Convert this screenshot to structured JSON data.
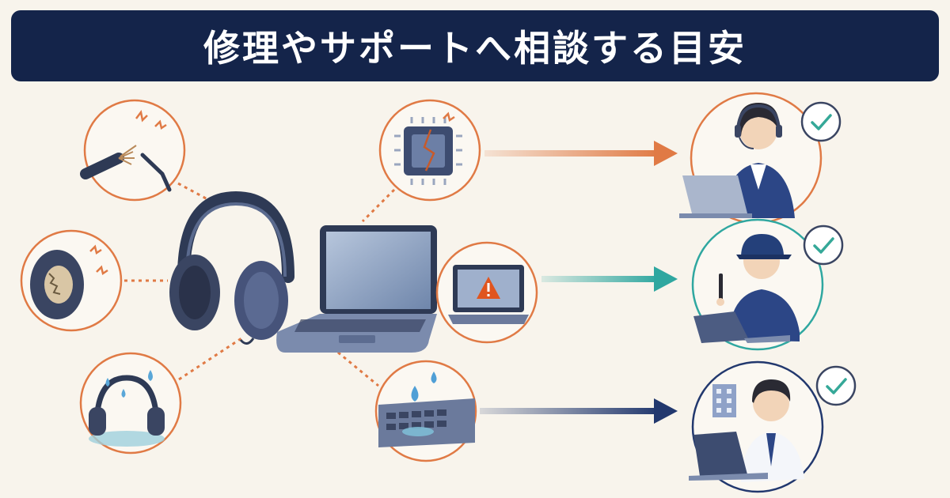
{
  "title": "修理やサポートへ相談する目安",
  "colors": {
    "title_bg": "#14244a",
    "orange": "#e07a45",
    "teal": "#2fa7a0",
    "navy": "#22386e",
    "check": "#35a898"
  },
  "left_issues": [
    {
      "name": "frayed-cable",
      "icon": "frayed-cable-icon"
    },
    {
      "name": "worn-ear-pad",
      "icon": "worn-ear-pad-icon"
    },
    {
      "name": "wet-headphones",
      "icon": "wet-headphones-icon"
    }
  ],
  "right_issues": [
    {
      "name": "damaged-chip",
      "icon": "cracked-chip-icon"
    },
    {
      "name": "error-screen",
      "icon": "warning-laptop-icon"
    },
    {
      "name": "wet-keyboard",
      "icon": "wet-keyboard-icon"
    }
  ],
  "support_options": [
    {
      "name": "support-center",
      "icon": "headset-agent-icon",
      "checked": true
    },
    {
      "name": "repair-technician",
      "icon": "technician-icon",
      "checked": true
    },
    {
      "name": "corporate-it",
      "icon": "office-staff-icon",
      "checked": true
    }
  ]
}
